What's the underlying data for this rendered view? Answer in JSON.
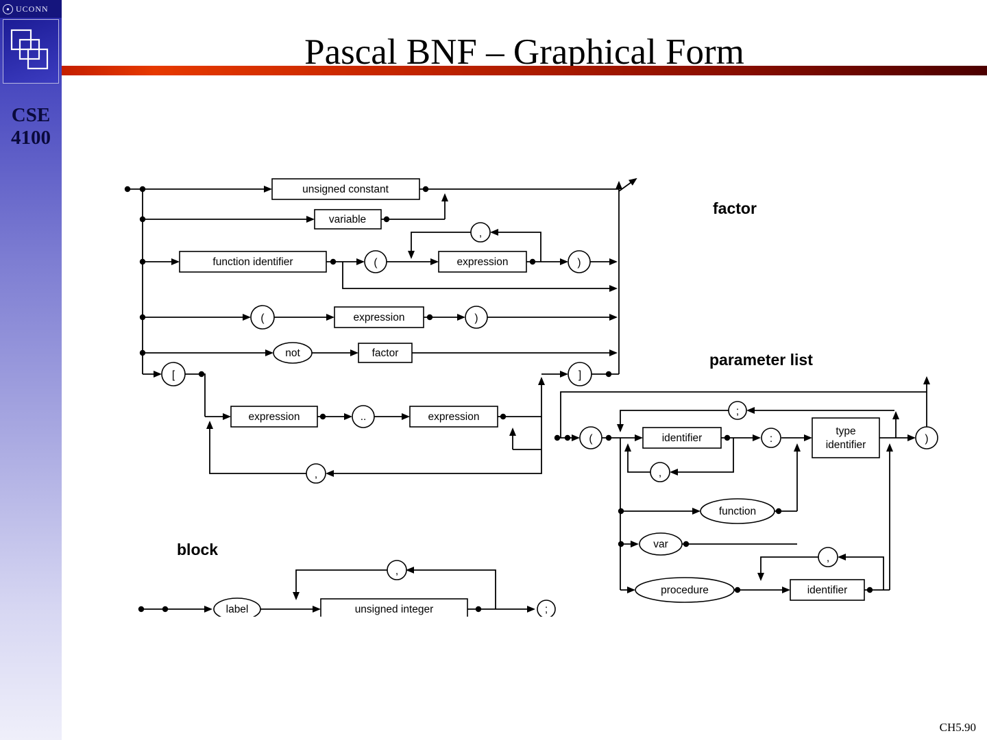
{
  "sidebar": {
    "uconn": "UCONN",
    "course_line1": "CSE",
    "course_line2": "4100"
  },
  "header": {
    "title": "Pascal BNF – Graphical Form"
  },
  "footer": {
    "page": "CH5.90"
  },
  "diagram": {
    "sections": {
      "factor": "factor",
      "parameter_list": "parameter list",
      "block": "block"
    },
    "nodes": {
      "unsigned_constant": "unsigned constant",
      "variable": "variable",
      "function_identifier": "function identifier",
      "expression": "expression",
      "not": "not",
      "factor": "factor",
      "lparen": "(",
      "rparen": ")",
      "comma": ",",
      "lbracket": "[",
      "rbracket": "]",
      "dotdot": "..",
      "identifier": "identifier",
      "colon": ":",
      "semicolon": ";",
      "type_line1": "type",
      "type_line2": "identifier",
      "function": "function",
      "var": "var",
      "procedure": "procedure",
      "label": "label",
      "unsigned_integer": "unsigned integer"
    }
  }
}
